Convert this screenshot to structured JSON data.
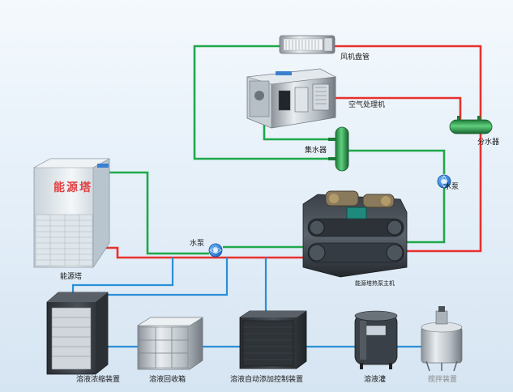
{
  "colors": {
    "supply_line": "#e8312f",
    "return_line": "#1ea84a",
    "solution_line": "#2a8fd6",
    "tower_text": "#e04040"
  },
  "labels": {
    "fan_coil": "风机盘管",
    "air_handler": "空气处理机",
    "water_collector": "集水器",
    "water_distributor": "分水器",
    "pump_right": "水泵",
    "pump_left": "水泵",
    "energy_tower": "能源塔",
    "tower_body_text": "能源塔",
    "heat_pump_host": "能源塔热泵主机",
    "concentrator": "溶液浓缩装置",
    "recovery_tank": "溶液回收箱",
    "auto_dosing": "溶液自动添加控制装置",
    "solution_tank": "溶液灌",
    "mixer": "搅拌装置"
  },
  "icons": {
    "pump": "pump-icon",
    "fan_coil": "fan-coil-icon",
    "air_handler": "air-handler-icon",
    "tower": "cooling-tower-icon",
    "chiller": "heat-pump-icon",
    "tank": "tank-icon",
    "mixer": "mixer-icon"
  }
}
